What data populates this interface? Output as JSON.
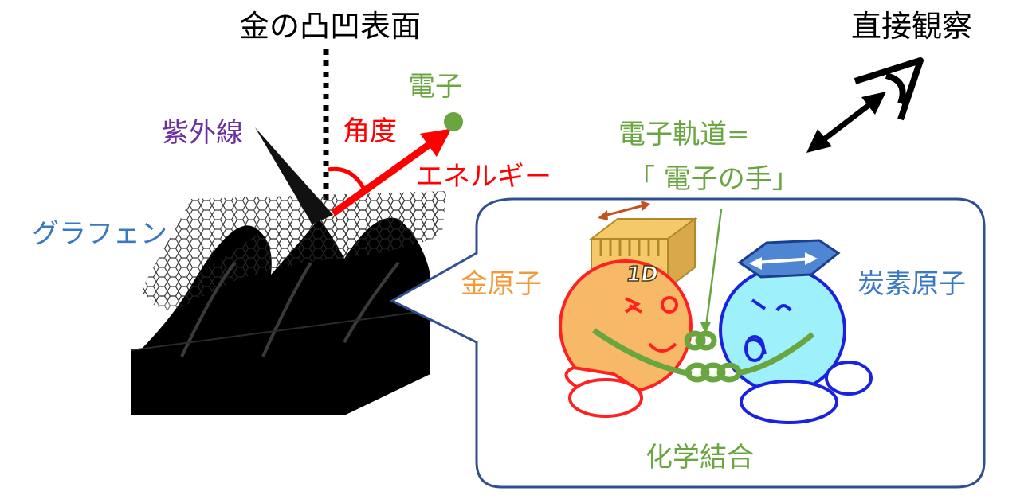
{
  "labels": {
    "title": "金の凸凹表面",
    "observe": "直接観察",
    "electron": "電子",
    "uv": "紫外線",
    "angle": "角度",
    "energy": "エネルギー",
    "orbital_line1": "電子軌道=",
    "orbital_line2": "「 電子の手」",
    "graphene": "グラフェン",
    "gold_atom": "金原子",
    "carbon_atom": "炭素原子",
    "chemical_bond": "化学結合",
    "badge_1d": "1D"
  },
  "colors": {
    "red": "#ff0000",
    "green": "#6aa640",
    "purple": "#6b2fa0",
    "blue": "#3b78c4",
    "gold_text": "#f29a3a",
    "gold_body": "#f7b867",
    "carbon_body": "#9ef0fb",
    "callout_border": "#2f4f8f"
  }
}
